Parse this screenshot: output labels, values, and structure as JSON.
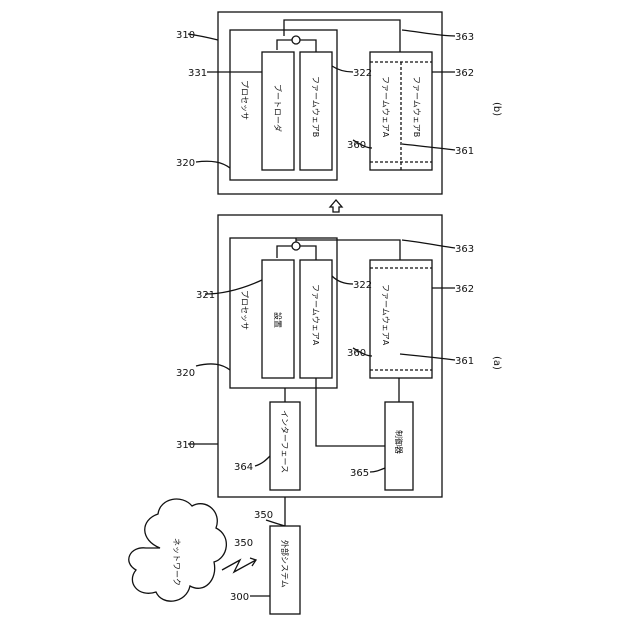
{
  "labels": {
    "ref_300": "300",
    "ref_310_a": "310",
    "ref_310_b": "310",
    "ref_320_a": "320",
    "ref_320_b": "320",
    "ref_321": "321",
    "ref_322_a": "322",
    "ref_322_b": "322",
    "ref_331": "331",
    "ref_350_net": "350",
    "ref_350_link": "350",
    "ref_360_a": "360",
    "ref_360_b": "360",
    "ref_361_a": "361",
    "ref_361_b": "361",
    "ref_362_a": "362",
    "ref_362_b": "362",
    "ref_363_a": "363",
    "ref_363_b": "363",
    "ref_364": "364",
    "ref_365": "365",
    "caption_a": "(a)",
    "caption_b": "(b)"
  },
  "text": {
    "network": "ネットワーク",
    "external_system": "外部システム",
    "interface": "インターフェース",
    "controller": "制御器",
    "processor_a": "プロセッサ",
    "processor_b": "プロセッサ",
    "settings": "設置",
    "bootloader": "ブートローダ",
    "firmware_a_proc": "ファームウェアA",
    "firmware_b_proc": "ファームウェアB",
    "firmware_a_mem_a": "ファームウェアA",
    "firmware_a_mem_b": "ファームウェアA",
    "firmware_b_mem_b": "ファームウェアB"
  }
}
